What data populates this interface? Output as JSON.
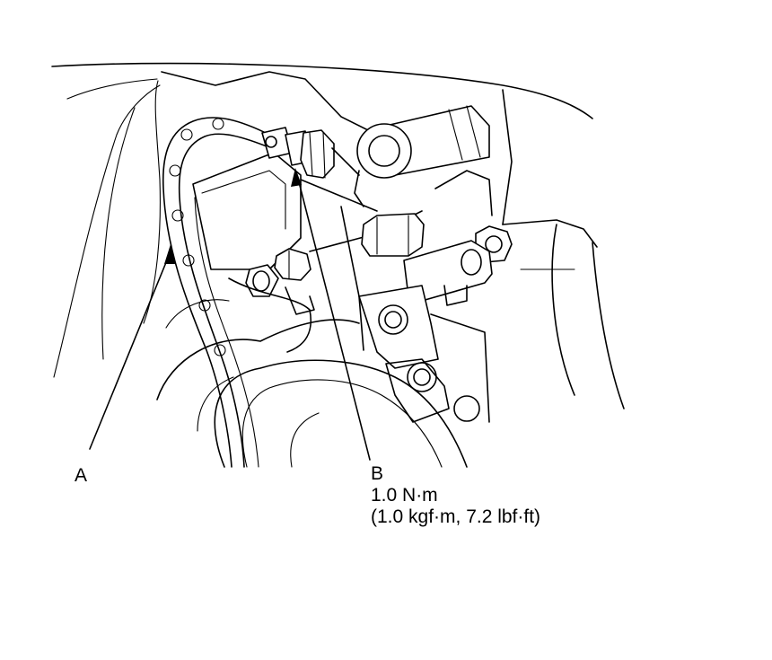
{
  "labels": {
    "a": "A",
    "b": "B",
    "torque_metric": "1.0 N·m",
    "torque_imperial": "(1.0 kgf·m, 7.2 lbf·ft)"
  },
  "colors": {
    "line": "#000000",
    "background": "#ffffff"
  }
}
